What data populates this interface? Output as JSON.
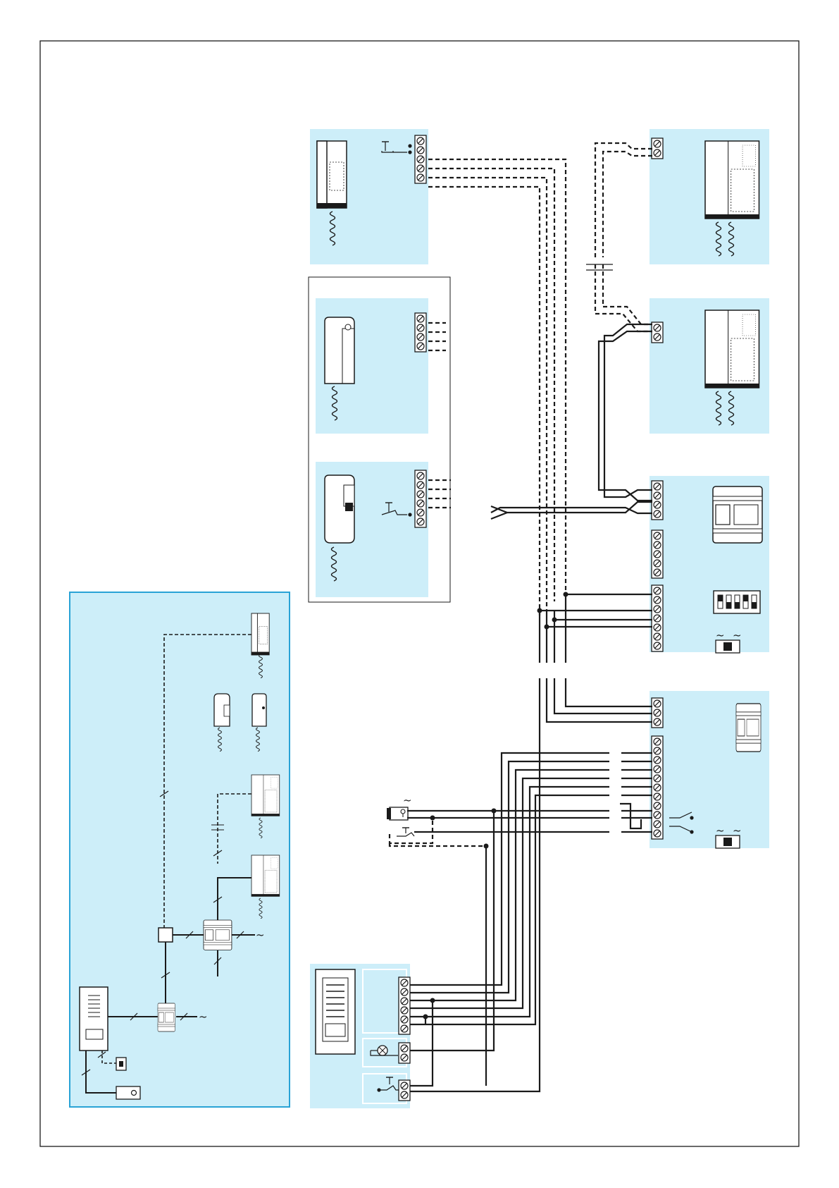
{
  "diagram": {
    "colors": {
      "panel": "#cdeef9",
      "inset_border": "#29a3d6",
      "line": "#1a1a1a",
      "device": "#ffffff",
      "device_dark": "#444444"
    },
    "symbols": {
      "ac_supply": "~"
    },
    "components": [
      "handset-intercom-top",
      "handset-phone-middle",
      "handset-phone-lower",
      "handsfree-unit-top",
      "handsfree-unit-middle",
      "power-supply-module",
      "dip-switch-block",
      "relay-module",
      "entrance-panel",
      "lock-release",
      "door-button",
      "lamp",
      "overview-inset"
    ]
  }
}
